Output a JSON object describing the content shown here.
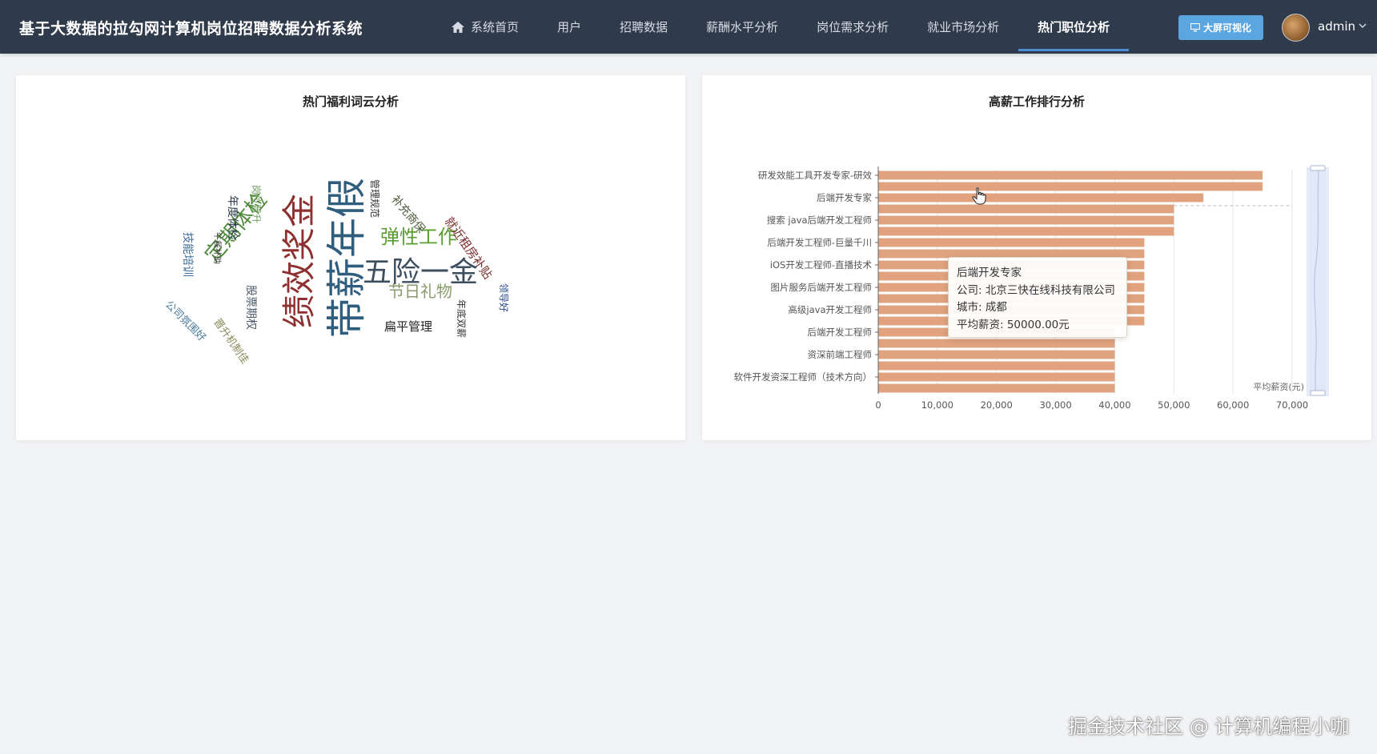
{
  "header": {
    "app_title": "基于大数据的拉勾网计算机岗位招聘数据分析系统",
    "nav": [
      {
        "label": "系统首页",
        "icon": "home-icon",
        "active": false
      },
      {
        "label": "用户",
        "active": false
      },
      {
        "label": "招聘数据",
        "active": false
      },
      {
        "label": "薪酬水平分析",
        "active": false
      },
      {
        "label": "岗位需求分析",
        "active": false
      },
      {
        "label": "就业市场分析",
        "active": false
      },
      {
        "label": "热门职位分析",
        "active": true
      }
    ],
    "screen_button": "大屏可视化",
    "user_name": "admin",
    "colors": {
      "bar_bg": "#2f3a4b",
      "active_underline": "#4a8fd6",
      "screen_button": "#5ba5e0"
    }
  },
  "wordcloud": {
    "title": "热门福利词云分析",
    "words": [
      {
        "text": "带薪年假",
        "color": "#2f5d7d"
      },
      {
        "text": "绩效奖金",
        "color": "#8e3030"
      },
      {
        "text": "五险一金",
        "color": "#3d4f5e"
      },
      {
        "text": "定期体检",
        "color": "#4f8a3a"
      },
      {
        "text": "弹性工作",
        "color": "#5a9e32"
      },
      {
        "text": "节日礼物",
        "color": "#8a9a6a"
      },
      {
        "text": "扁平管理",
        "color": "#222222"
      },
      {
        "text": "就近租房补贴",
        "color": "#7a2b2b"
      },
      {
        "text": "补充商保",
        "color": "#4a5a3a"
      },
      {
        "text": "管理规范",
        "color": "#333333"
      },
      {
        "text": "年度体检",
        "color": "#2a3a4a"
      },
      {
        "text": "岗位晋升",
        "color": "#6a9a5a"
      },
      {
        "text": "技能培训",
        "color": "#3a6a9a"
      },
      {
        "text": "午餐补助",
        "color": "#444444"
      },
      {
        "text": "公司氛围好",
        "color": "#4a7a9a"
      },
      {
        "text": "晋升机制佳",
        "color": "#8a8a5a"
      },
      {
        "text": "股票期权",
        "color": "#4a5a6a"
      },
      {
        "text": "年底双薪",
        "color": "#333333"
      },
      {
        "text": "领导好",
        "color": "#2a4a8a"
      }
    ]
  },
  "salary_ranking": {
    "title": "高薪工作排行分析",
    "tooltip": {
      "position": "后端开发专家",
      "company": "公司: 北京三快在线科技有限公司",
      "city": "城市: 成都",
      "avg_salary": "平均薪资: 50000.00元"
    },
    "chart_data": {
      "type": "bar",
      "orientation": "horizontal",
      "title": "高薪工作排行分析",
      "value_axis_label": "平均薪资(元)",
      "xlim": [
        0,
        70000
      ],
      "x_ticks": [
        "0",
        "10,000",
        "20,000",
        "30,000",
        "40,000",
        "50,000",
        "60,000",
        "70,000"
      ],
      "labeled_categories": [
        "研发效能工具开发专家-研效",
        "后端开发专家",
        "搜索 java后端开发工程师",
        "后端开发工程师-巨量千川",
        "iOS开发工程师-直播技术",
        "图片服务后端开发工程师",
        "高级java开发工程师",
        "后端开发工程师",
        "资深前端工程师",
        "软件开发资深工程师（技术方向）"
      ],
      "values": [
        65000,
        65000,
        55000,
        50000,
        50000,
        50000,
        45000,
        45000,
        45000,
        45000,
        45000,
        45000,
        45000,
        45000,
        40000,
        40000,
        40000,
        40000,
        40000,
        40000
      ],
      "bar_color": "#e0a27f",
      "grid": true
    }
  },
  "watermark": "掘金技术社区 @ 计算机编程小咖"
}
